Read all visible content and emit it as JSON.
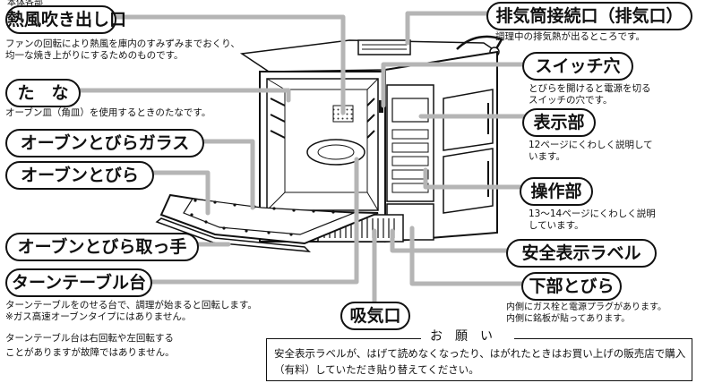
{
  "top_fragment": "本体各部",
  "labels": {
    "hot_air_outlet": {
      "title": "熱風吹き出し口",
      "desc": [
        "ファンの回転により熱風を庫内のすみずみまでおくり、",
        "均一な焼き上がりにするためのものです。"
      ]
    },
    "shelf": {
      "title": "た　な",
      "desc": [
        "オーブン皿（角皿）を使用するときのたなです。"
      ]
    },
    "door_glass": {
      "title": "オーブンとびらガラス"
    },
    "door": {
      "title": "オーブンとびら"
    },
    "door_handle": {
      "title": "オーブンとびら取っ手"
    },
    "turntable": {
      "title": "ターンテーブル台",
      "desc": [
        "ターンテーブルをのせる台で、調理が始まると回転します。",
        "※ガス高速オーブンタイプにはありません。"
      ],
      "desc2": [
        "ターンテーブル台は右回転や左回転する",
        "ことがありますが故障ではありません。"
      ]
    },
    "intake": {
      "title": "吸気口"
    },
    "exhaust": {
      "title": "排気筒接続口（排気口）",
      "desc": [
        "調理中の排気熱が出るところです。"
      ]
    },
    "switch_hole": {
      "title": "スイッチ穴",
      "desc": [
        "とびらを開けると電源を切る",
        "スイッチの穴です。"
      ]
    },
    "display": {
      "title": "表示部",
      "desc": [
        "12ページにくわしく説明して",
        "います。"
      ]
    },
    "controls": {
      "title": "操作部",
      "desc": [
        "13〜14ページにくわしく説明",
        "しています。"
      ]
    },
    "safety_label": {
      "title": "安全表示ラベル"
    },
    "lower_door": {
      "title": "下部とびら",
      "desc": [
        "内側にガス栓と電源プラグがあります。",
        "内側に銘板が貼ってあります。"
      ]
    }
  },
  "notice": {
    "title": "お願い",
    "text": "安全表示ラベルが、はげて読めなくなったり、はがれたときはお買い上げの販売店で購入（有料）していただき貼り替えてください。"
  }
}
